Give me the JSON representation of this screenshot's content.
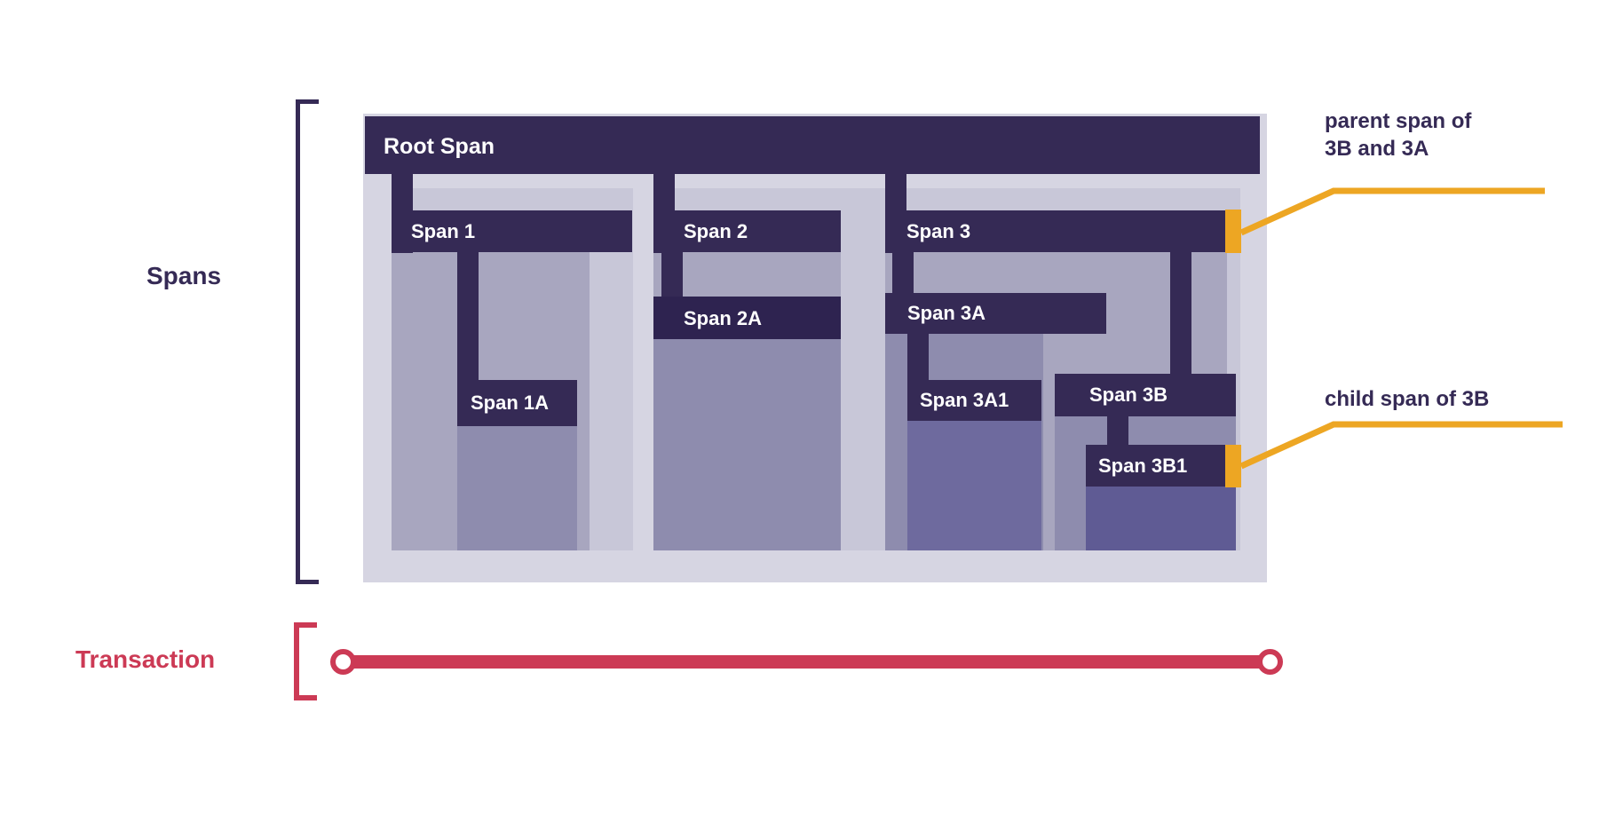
{
  "diagram": {
    "title": "Spans and Transaction trace diagram",
    "colors": {
      "dark_purple": "#352a55",
      "panel": "#d6d5e2",
      "column": "#c8c7d8",
      "body": "#a8a6bf",
      "body_deep": "#6e6a9e",
      "orange": "#eda623",
      "crimson": "#cc3a55",
      "white": "#ffffff"
    },
    "side_labels": {
      "spans": "Spans",
      "transaction": "Transaction"
    },
    "spans": [
      {
        "id": "root",
        "label": "Root Span"
      },
      {
        "id": "s1",
        "label": "Span 1"
      },
      {
        "id": "s1a",
        "label": "Span 1A"
      },
      {
        "id": "s2",
        "label": "Span 2"
      },
      {
        "id": "s2a",
        "label": "Span 2A"
      },
      {
        "id": "s3",
        "label": "Span 3"
      },
      {
        "id": "s3a",
        "label": "Span 3A"
      },
      {
        "id": "s3a1",
        "label": "Span 3A1"
      },
      {
        "id": "s3b",
        "label": "Span 3B"
      },
      {
        "id": "s3b1",
        "label": "Span 3B1"
      }
    ],
    "callouts": [
      {
        "id": "parent",
        "text": "parent span of\n3B and 3A"
      },
      {
        "id": "child",
        "text": "child span of 3B"
      }
    ]
  }
}
